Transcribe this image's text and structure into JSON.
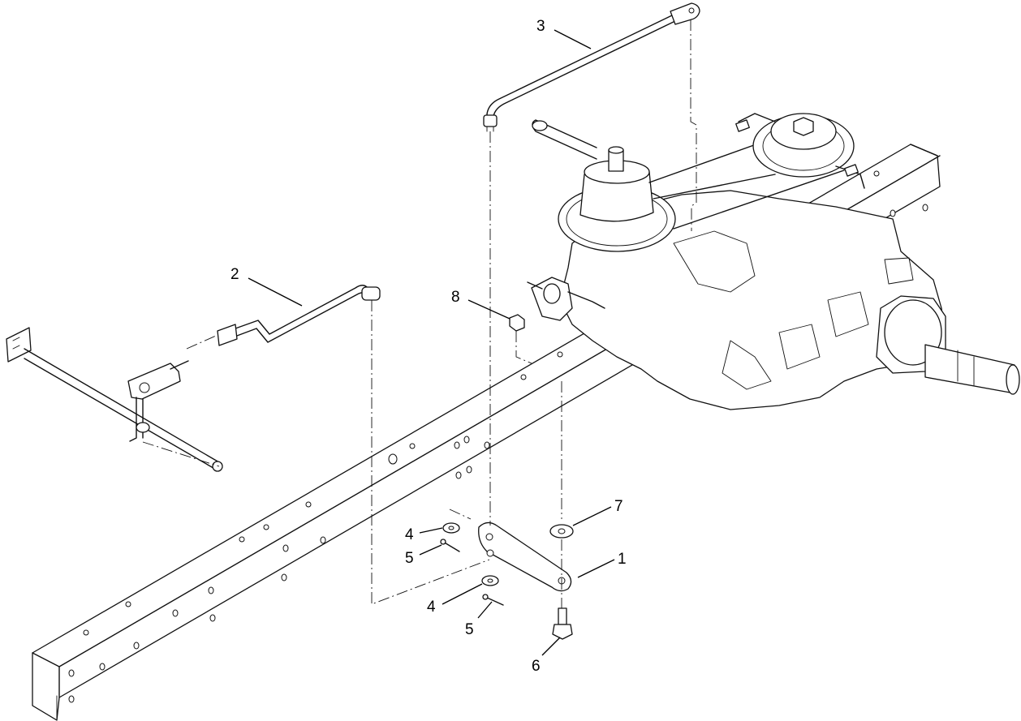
{
  "diagram": {
    "callouts": [
      {
        "label": "3"
      },
      {
        "label": "2"
      },
      {
        "label": "8"
      },
      {
        "label": "7"
      },
      {
        "label": "4"
      },
      {
        "label": "5"
      },
      {
        "label": "1"
      },
      {
        "label": "4"
      },
      {
        "label": "5"
      },
      {
        "label": "6"
      }
    ]
  }
}
